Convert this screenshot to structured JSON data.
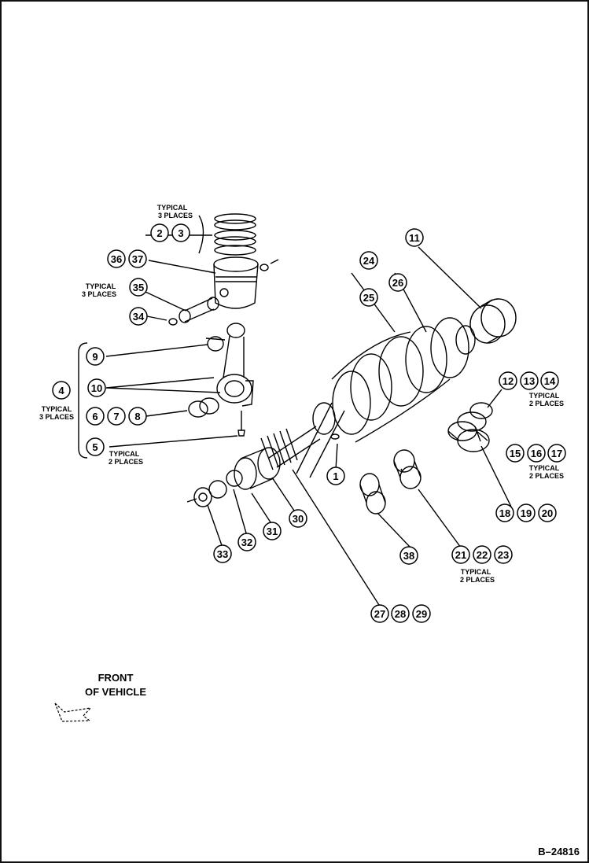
{
  "figure_number": "B–24816",
  "orientation": {
    "line1": "FRONT",
    "line2": "OF VEHICLE",
    "icon": "arrow-icon"
  },
  "notes": {
    "rings": [
      "TYPICAL",
      "3 PLACES"
    ],
    "pin": [
      "TYPICAL",
      "3 PLACES"
    ],
    "rod_assembly": [
      "TYPICAL",
      "3 PLACES"
    ],
    "bolt": [
      "TYPICAL",
      "2 PLACES"
    ],
    "bearing_12_14": [
      "TYPICAL",
      "2 PLACES"
    ],
    "bearing_15_17": [
      "TYPICAL",
      "2 PLACES"
    ],
    "bearing_21_23": [
      "TYPICAL",
      "2 PLACES"
    ]
  },
  "callouts": [
    "1",
    "2",
    "3",
    "4",
    "5",
    "6",
    "7",
    "8",
    "9",
    "10",
    "11",
    "12",
    "13",
    "14",
    "15",
    "16",
    "17",
    "18",
    "19",
    "20",
    "21",
    "22",
    "23",
    "24",
    "25",
    "26",
    "27",
    "28",
    "29",
    "30",
    "31",
    "32",
    "33",
    "34",
    "35",
    "36",
    "37",
    "38"
  ]
}
